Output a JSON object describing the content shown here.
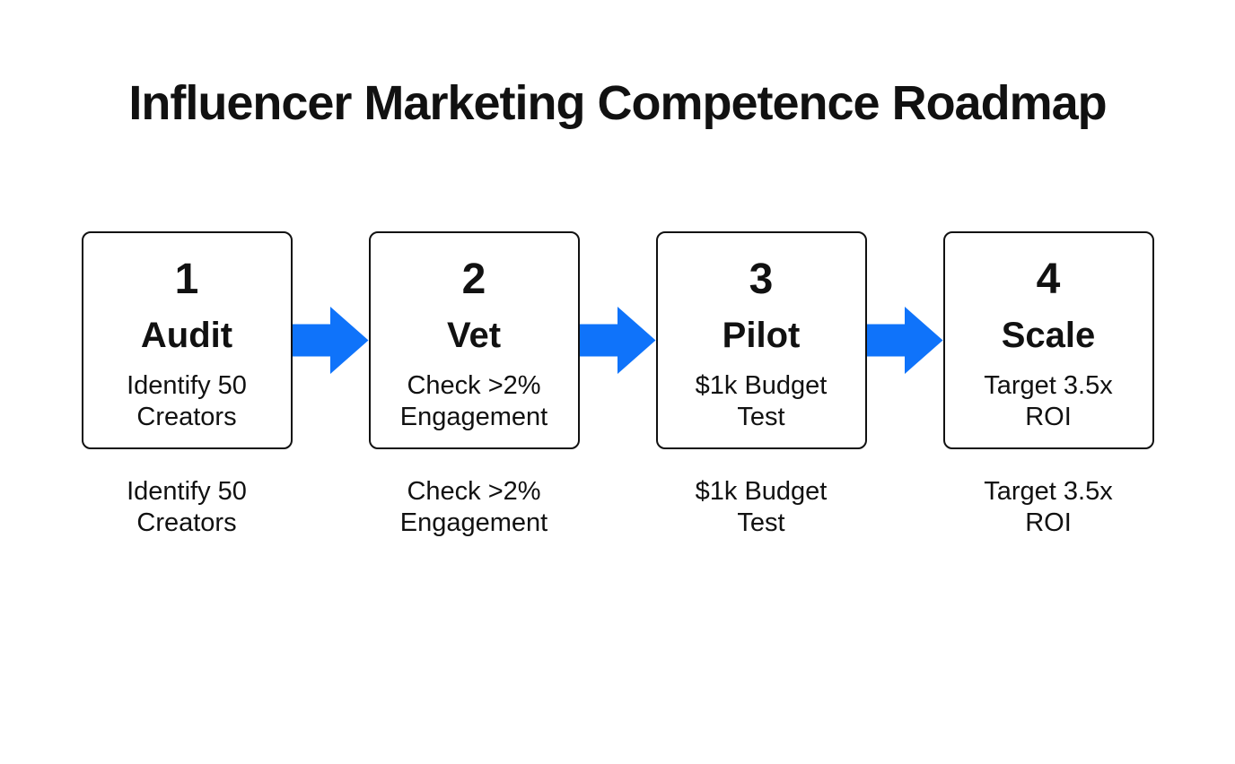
{
  "title": "Influencer Marketing Competence Roadmap",
  "colors": {
    "background": "#FFFFFF",
    "text": "#111111",
    "border": "#111111",
    "arrow": "#0F73FA"
  },
  "steps": [
    {
      "number": "1",
      "label": "Audit",
      "detail": "Identify 50\nCreators",
      "caption": "Identify 50\nCreators"
    },
    {
      "number": "2",
      "label": "Vet",
      "detail": "Check >2%\nEngagement",
      "caption": "Check >2%\nEngagement"
    },
    {
      "number": "3",
      "label": "Pilot",
      "detail": "$1k Budget\nTest",
      "caption": "$1k Budget\nTest"
    },
    {
      "number": "4",
      "label": "Scale",
      "detail": "Target 3.5x\nROI",
      "caption": "Target 3.5x\nROI"
    }
  ]
}
